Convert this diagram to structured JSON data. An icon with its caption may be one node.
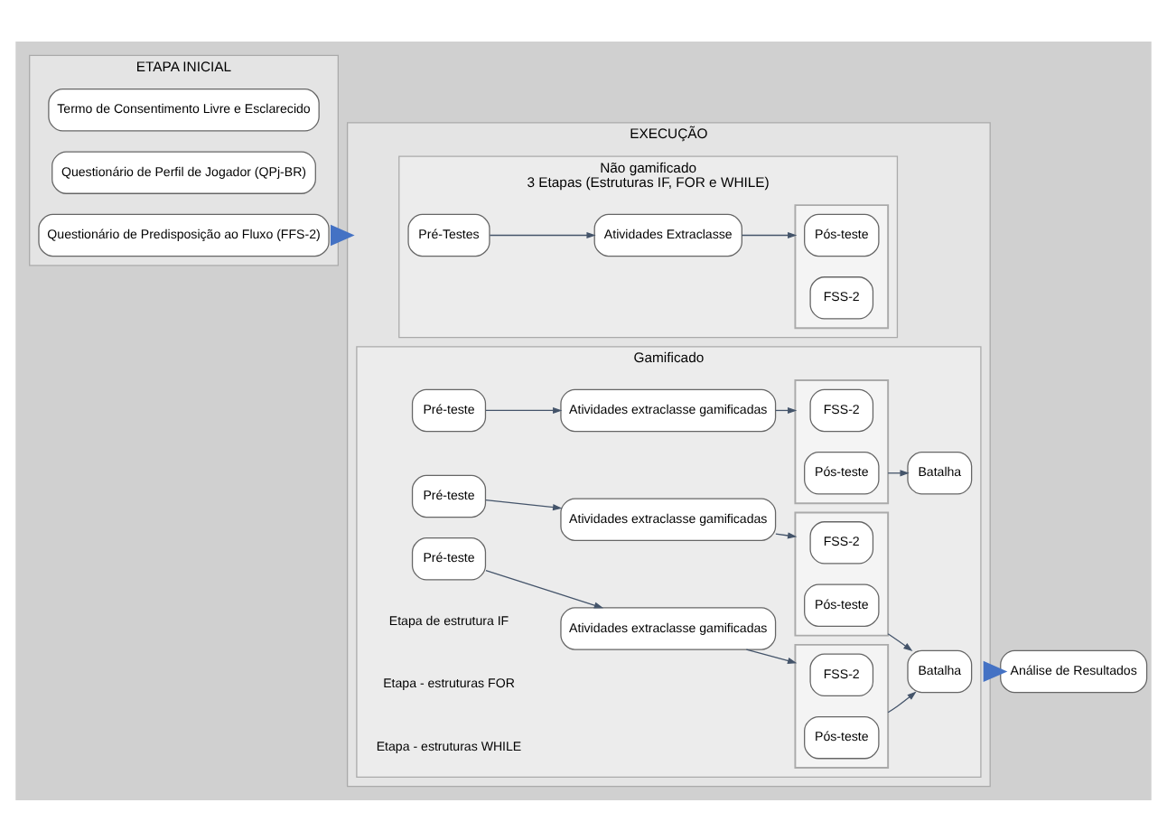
{
  "diagram": {
    "nodes": [
      {
        "text": [
          "ETAPA INICIAL"
        ]
      },
      {
        "text": [
          "Termo de Consentimento Livre e Esclarecido"
        ],
        "in": 0
      },
      {
        "text": [
          "Questionário de Perfil de Jogador (QPj-BR)"
        ],
        "in": 0
      },
      {
        "text": [
          "Questionário de Predisposição ao Fluxo (FFS-2)"
        ],
        "in": 0
      },
      {
        "text": [
          "EXECUÇÃO"
        ]
      },
      {
        "text": [
          "Não gamificado",
          "3 Etapas (Estruturas IF, FOR e WHILE)"
        ],
        "in": 4
      },
      {
        "text": [
          "Pré-Testes"
        ],
        "in": 5
      },
      {
        "text": [
          "Atividades Extraclasse"
        ],
        "in": 5
      },
      {
        "text": [],
        "shape": "box",
        "in": 5
      },
      {
        "text": [
          "Pós-teste"
        ],
        "in": 8
      },
      {
        "text": [
          "FSS-2"
        ],
        "in": 8
      },
      {
        "text": [
          "Gamificado"
        ],
        "in": 4
      },
      {
        "text": [
          "Pré-teste"
        ],
        "in": 11
      },
      {
        "text": [
          "Atividades extraclasse gamificadas"
        ],
        "in": 11
      },
      {
        "text": [],
        "shape": "box",
        "in": 11
      },
      {
        "text": [
          "FSS-2"
        ],
        "in": 14
      },
      {
        "text": [
          "Pós-teste"
        ],
        "in": 14
      },
      {
        "text": [
          "Batalha"
        ],
        "in": 11
      },
      {
        "text": [
          "Pré-teste"
        ],
        "in": 11
      },
      {
        "text": [
          "Atividades extraclasse gamificadas"
        ],
        "in": 11
      },
      {
        "text": [],
        "shape": "box",
        "in": 11
      },
      {
        "text": [
          "FSS-2"
        ],
        "in": 20
      },
      {
        "text": [
          "Pós-teste"
        ],
        "in": 20
      },
      {
        "text": [
          "Pré-teste"
        ],
        "in": 11
      },
      {
        "text": [
          "Atividades extraclasse gamificadas"
        ],
        "in": 11
      },
      {
        "text": [],
        "shape": "box",
        "in": 11
      },
      {
        "text": [
          "FSS-2"
        ],
        "in": 25
      },
      {
        "text": [
          "Pós-teste"
        ],
        "in": 25
      },
      {
        "text": [
          "Batalha"
        ],
        "in": 11
      },
      {
        "text": [
          "Análise de Resultados"
        ]
      }
    ],
    "edges": [
      {
        "from": 0,
        "to": 4,
        "arrow": "to",
        "style": "thick",
        "color": "#4472c4"
      },
      {
        "from": 6,
        "to": 7,
        "arrow": "to"
      },
      {
        "from": 7,
        "to": 8,
        "arrow": "to"
      },
      {
        "from": 12,
        "to": 13,
        "arrow": "to"
      },
      {
        "from": 13,
        "to": 14,
        "arrow": "to"
      },
      {
        "from": 14,
        "to": 17,
        "arrow": "to"
      },
      {
        "from": 18,
        "to": 19,
        "arrow": "to"
      },
      {
        "from": 19,
        "to": 20,
        "arrow": "to"
      },
      {
        "from": 23,
        "to": 24,
        "arrow": "to"
      },
      {
        "from": 24,
        "to": 25,
        "arrow": "to"
      },
      {
        "from": 20,
        "to": 28,
        "arrow": "to"
      },
      {
        "from": 25,
        "to": 28,
        "arrow": "to"
      },
      {
        "from": 4,
        "to": 29,
        "arrow": "to",
        "style": "thick",
        "color": "#4472c4"
      }
    ],
    "labels": [
      "Etapa de estrutura IF",
      "Etapa - estruturas FOR",
      "Etapa - estruturas WHILE"
    ]
  }
}
